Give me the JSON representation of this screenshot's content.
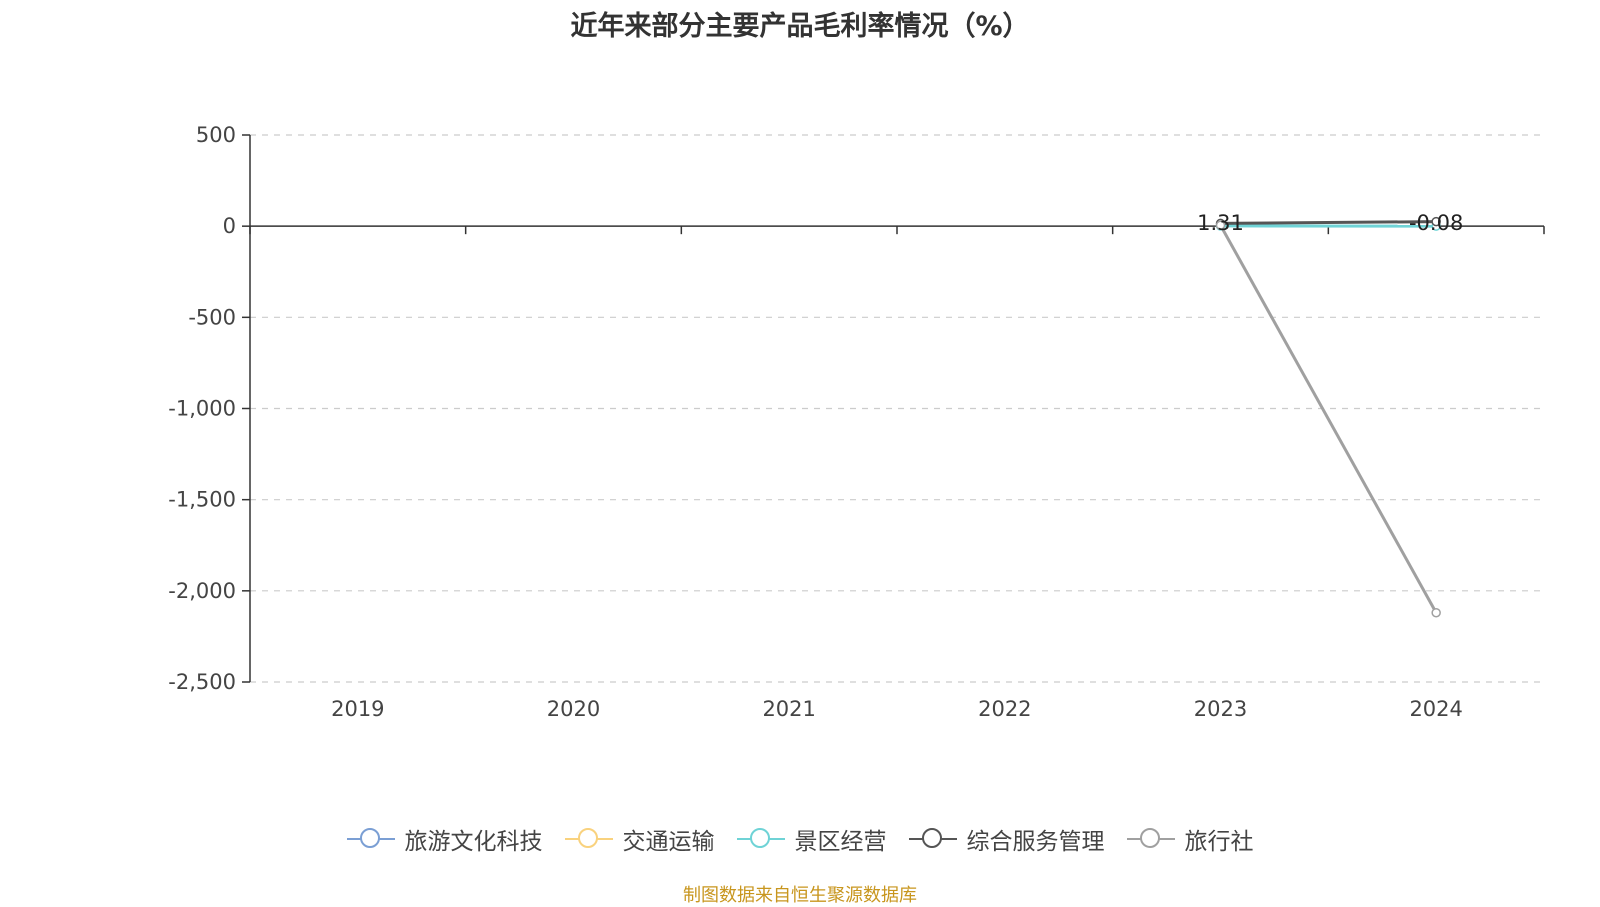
{
  "colors": {
    "axis": "#333333",
    "grid": "#cccccc",
    "source": "#c8961e"
  },
  "chart_data": {
    "type": "line",
    "title": "近年来部分主要产品毛利率情况（%）",
    "xlabel": "",
    "ylabel": "",
    "categories": [
      "2019",
      "2020",
      "2021",
      "2022",
      "2023",
      "2024"
    ],
    "ylim": [
      -2500,
      500
    ],
    "yticks": [
      500,
      0,
      -500,
      -1000,
      -1500,
      -2000,
      -2500
    ],
    "ytick_labels": [
      "500",
      "0",
      "-500",
      "-1,000",
      "-1,500",
      "-2,000",
      "-2,500"
    ],
    "grid": true,
    "legend_position": "bottom",
    "series": [
      {
        "name": "旅游文化科技",
        "color": "#7b9fd4",
        "values": [
          null,
          null,
          null,
          null,
          null,
          null
        ]
      },
      {
        "name": "交通运输",
        "color": "#f9d27e",
        "values": [
          null,
          null,
          null,
          null,
          null,
          null
        ]
      },
      {
        "name": "景区经营",
        "color": "#6fd3d6",
        "values": [
          null,
          null,
          null,
          null,
          1.31,
          -0.08
        ]
      },
      {
        "name": "综合服务管理",
        "color": "#555555",
        "values": [
          null,
          null,
          null,
          null,
          15,
          25
        ]
      },
      {
        "name": "旅行社",
        "color": "#a0a0a0",
        "values": [
          null,
          null,
          null,
          null,
          5,
          -2120
        ]
      }
    ],
    "data_labels": [
      {
        "series": 2,
        "index": 4,
        "text": "1.31"
      },
      {
        "series": 2,
        "index": 5,
        "text": "-0.08"
      }
    ]
  },
  "footer": {
    "source": "制图数据来自恒生聚源数据库"
  }
}
